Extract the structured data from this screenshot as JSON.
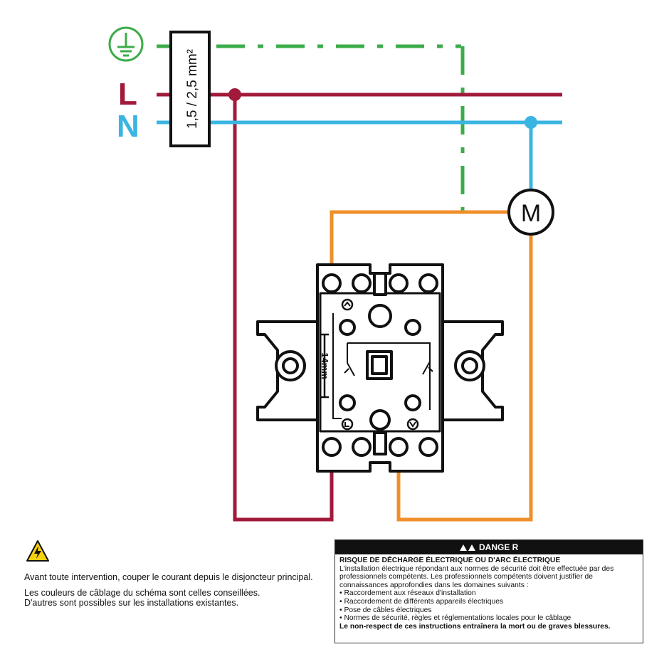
{
  "labels": {
    "earth_symbol": "earth-ground",
    "line": "L",
    "neutral": "N",
    "wire_section": "1,5 / 2,5 mm²",
    "motor": "M",
    "strip_length": "14mm"
  },
  "colors": {
    "earth": "#3cac4a",
    "line": "#a11a3a",
    "neutral": "#3ab4e2",
    "switched": "#ef8f2b",
    "device": "#111111",
    "warning_yellow": "#f6d10e"
  },
  "warning": {
    "main": "Avant toute intervention, couper le courant depuis le disjoncteur principal.",
    "note_1": "Les couleurs de câblage du schéma sont celles conseillées.",
    "note_2": "D'autres sont possibles sur les installations existantes."
  },
  "danger": {
    "header": "DANGE R",
    "title": "RISQUE DE DÉCHARGE ÉLECTRIQUE OU D'ARC ÉLECTRIQUE",
    "intro": "L'installation électrique répondant aux normes de sécurité doit être effectuée par des professionnels compétents. Les professionnels compétents doivent justifier de connaissances approfondies dans les domaines suivants :",
    "items": [
      "Raccordement aux réseaux d'installation",
      "Raccordement de différents appareils électriques",
      "Pose de câbles électriques",
      "Normes de sécurité, règles et réglementations locales pour le câblage"
    ],
    "footer": "Le non-respect de ces instructions entraînera la mort ou de graves blessures."
  }
}
